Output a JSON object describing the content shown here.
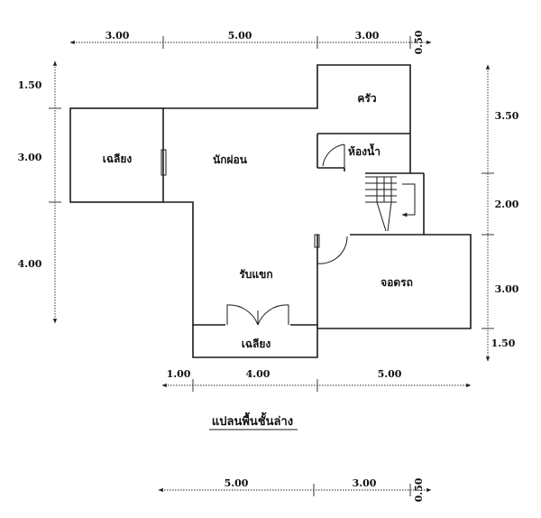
{
  "caption": "แปลนพื้นชั้นล่าง",
  "rooms": {
    "kitchen": "ครัว",
    "bathroom": "ห้องน้ำ",
    "living": "นักผ่อน",
    "reception": "รับแขก",
    "porch_left": "เฉลียง",
    "porch_bottom": "เฉลียง",
    "garage": "จอดรถ"
  },
  "dimensions": {
    "top": [
      "3.00",
      "5.00",
      "3.00",
      "0.50"
    ],
    "left": [
      "1.50",
      "3.00",
      "4.00"
    ],
    "right": [
      "3.50",
      "2.00",
      "3.00",
      "1.50"
    ],
    "below": [
      "1.00",
      "4.00",
      "5.00"
    ],
    "bottom": [
      "5.00",
      "3.00",
      "0.50"
    ]
  }
}
